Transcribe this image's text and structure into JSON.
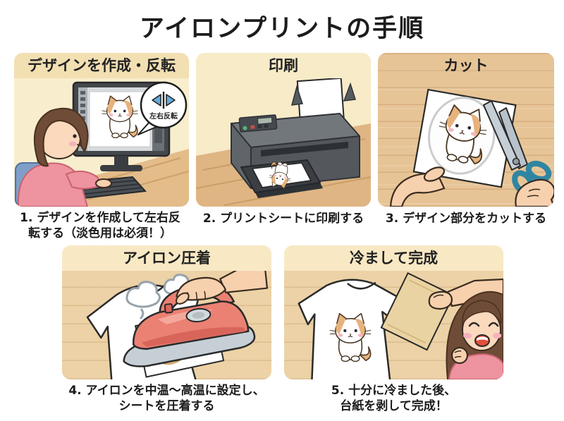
{
  "title": "アイロンプリントの手順",
  "steps": [
    {
      "header": "デザインを作成・反転",
      "caption": [
        "1. デザインを作成して左右反",
        "転する（淡色用は必須！）"
      ],
      "callout": "左右反転"
    },
    {
      "header": "印刷",
      "caption": [
        "2. プリントシートに印刷する"
      ]
    },
    {
      "header": "カット",
      "caption": [
        "3. デザイン部分をカットする"
      ]
    },
    {
      "header": "アイロン圧着",
      "caption": [
        "4. アイロンを中温〜高温に設定し、",
        "シートを圧着する"
      ]
    },
    {
      "header": "冷まして完成",
      "caption": [
        "5. 十分に冷ました後、",
        "台紙を剥して完成！"
      ]
    }
  ],
  "colors": {
    "panel_cream": "#f8eecd",
    "header_tan": "#f2dfb2",
    "wood": "#e7c496",
    "flip_icon_blue": "#66a9d8",
    "scissors_teal": "#2f86a2",
    "iron_red": "#ea8173",
    "cat_tan": "#e7b27c",
    "skin": "#f7d0ae",
    "hair_brown": "#6f4c37",
    "shirt_pink": "#ee93a0",
    "chair_blue": "#7f9fc9",
    "text_dark": "#1f1f1f"
  }
}
